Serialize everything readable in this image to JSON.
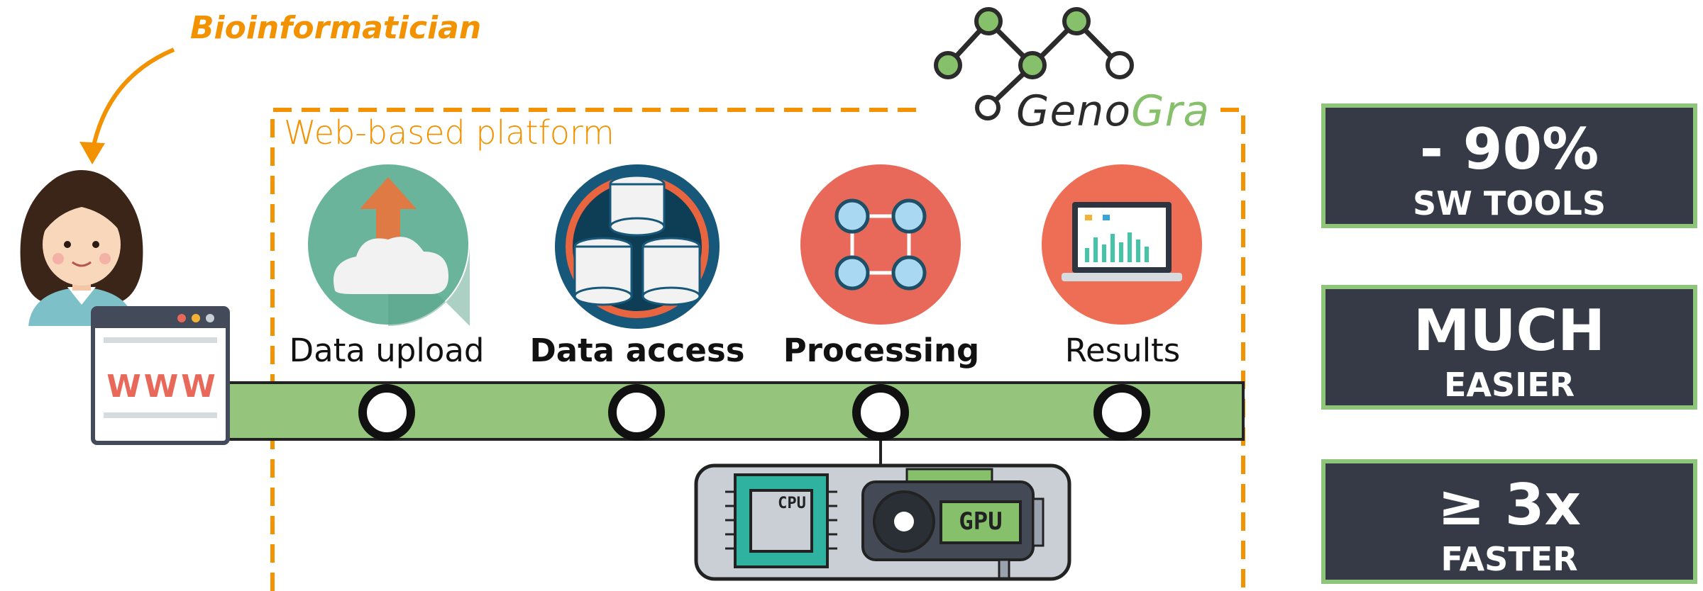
{
  "role": "Bioinformatician",
  "platform_label": "Web-based platform",
  "brand": {
    "part1": "Geno",
    "part2": "Gra"
  },
  "browser": {
    "text": "WWW"
  },
  "steps": [
    {
      "label": "Data upload",
      "bold": false,
      "icon": "cloud-upload-icon",
      "color": "#6ab49c"
    },
    {
      "label": "Data access",
      "bold": true,
      "icon": "database-icon",
      "color": "#17587a"
    },
    {
      "label": "Processing",
      "bold": true,
      "icon": "gears-network-icon",
      "color": "#e8695a"
    },
    {
      "label": "Results",
      "bold": false,
      "icon": "laptop-chart-icon",
      "color": "#ee6e55"
    }
  ],
  "hardware": {
    "cpu": "CPU",
    "gpu": "GPU"
  },
  "stats": [
    {
      "main": "- 90%",
      "sub": "SW TOOLS"
    },
    {
      "main": "MUCH",
      "sub": "EASIER"
    },
    {
      "main_prefix": "≥",
      "main": "3x",
      "sub": "FASTER"
    }
  ],
  "colors": {
    "accent_orange": "#f29200",
    "timeline_green": "#95c47c",
    "box_dark": "#363a47",
    "box_border": "#8fc57a"
  }
}
